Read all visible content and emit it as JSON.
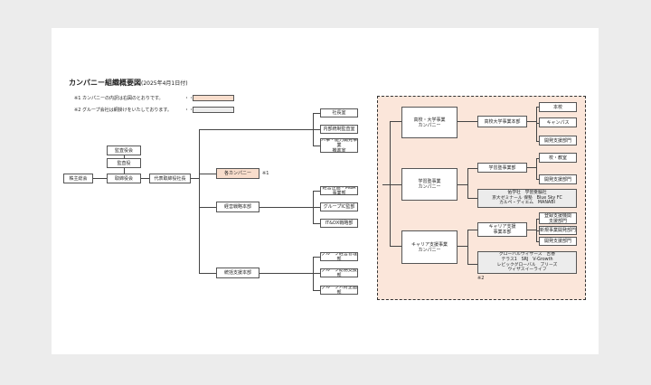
{
  "title": "カンパニー組織概要図",
  "title_date": "(2025年4月1日付)",
  "notes": [
    {
      "mark": "※1",
      "text": "カンパニーの内訳は右図のとおりです。",
      "dots": "・・・"
    },
    {
      "mark": "※2",
      "text": "グループ会社は網掛けをいたしております。",
      "dots": "・・・"
    }
  ],
  "left": {
    "shareholders": "株主総会",
    "board": "取締役会",
    "ceo": "代表取締役社長",
    "audit_committee": "監査役会",
    "auditor": "監査役"
  },
  "middle": {
    "companies": "各カンパニー",
    "companies_mark": "※1",
    "strategy_hq": "経営戦略本部",
    "support_hq": "統括支援本部"
  },
  "top_units": [
    "社長室",
    "内部統制監査室",
    "人事・能力開発事業\n推進室"
  ],
  "strategy_units": [
    "経営企画・M&A事業部",
    "グループIC監部",
    "IT&DX戦略部"
  ],
  "support_units": [
    "グループ経営管理部",
    "グループ総務支援部",
    "グループ人財企画部"
  ],
  "right": {
    "company1": "高校・大学事業\nカンパニー",
    "company2": "学習塾事業\nカンパニー",
    "company3": "キャリア支援事業\nカンパニー",
    "hq1": "高校大学事業本部",
    "hq2": "学習塾事業部",
    "hq3": "キャリア支援\n事業本部",
    "leaves1": [
      "本校",
      "キャンパス",
      "開発支援部門"
    ],
    "leaves2": [
      "校・教室",
      "開発支援部門"
    ],
    "leaves3": [
      "登録支援機関\n支援部門",
      "新規事業開発部門",
      "開発支援部門"
    ],
    "group2": "佑学社　学習受験社\n京大ゼミナール 保塾　Blue Sky FC\nカルペ・ディエム　MANABI",
    "group3": "グローバルウィザーズ　吉香\nテラス1　SRJ　V-Growth\nレビックグローバル　ブリーズ\nウィザスイーライフ",
    "group_mark": "※2"
  }
}
